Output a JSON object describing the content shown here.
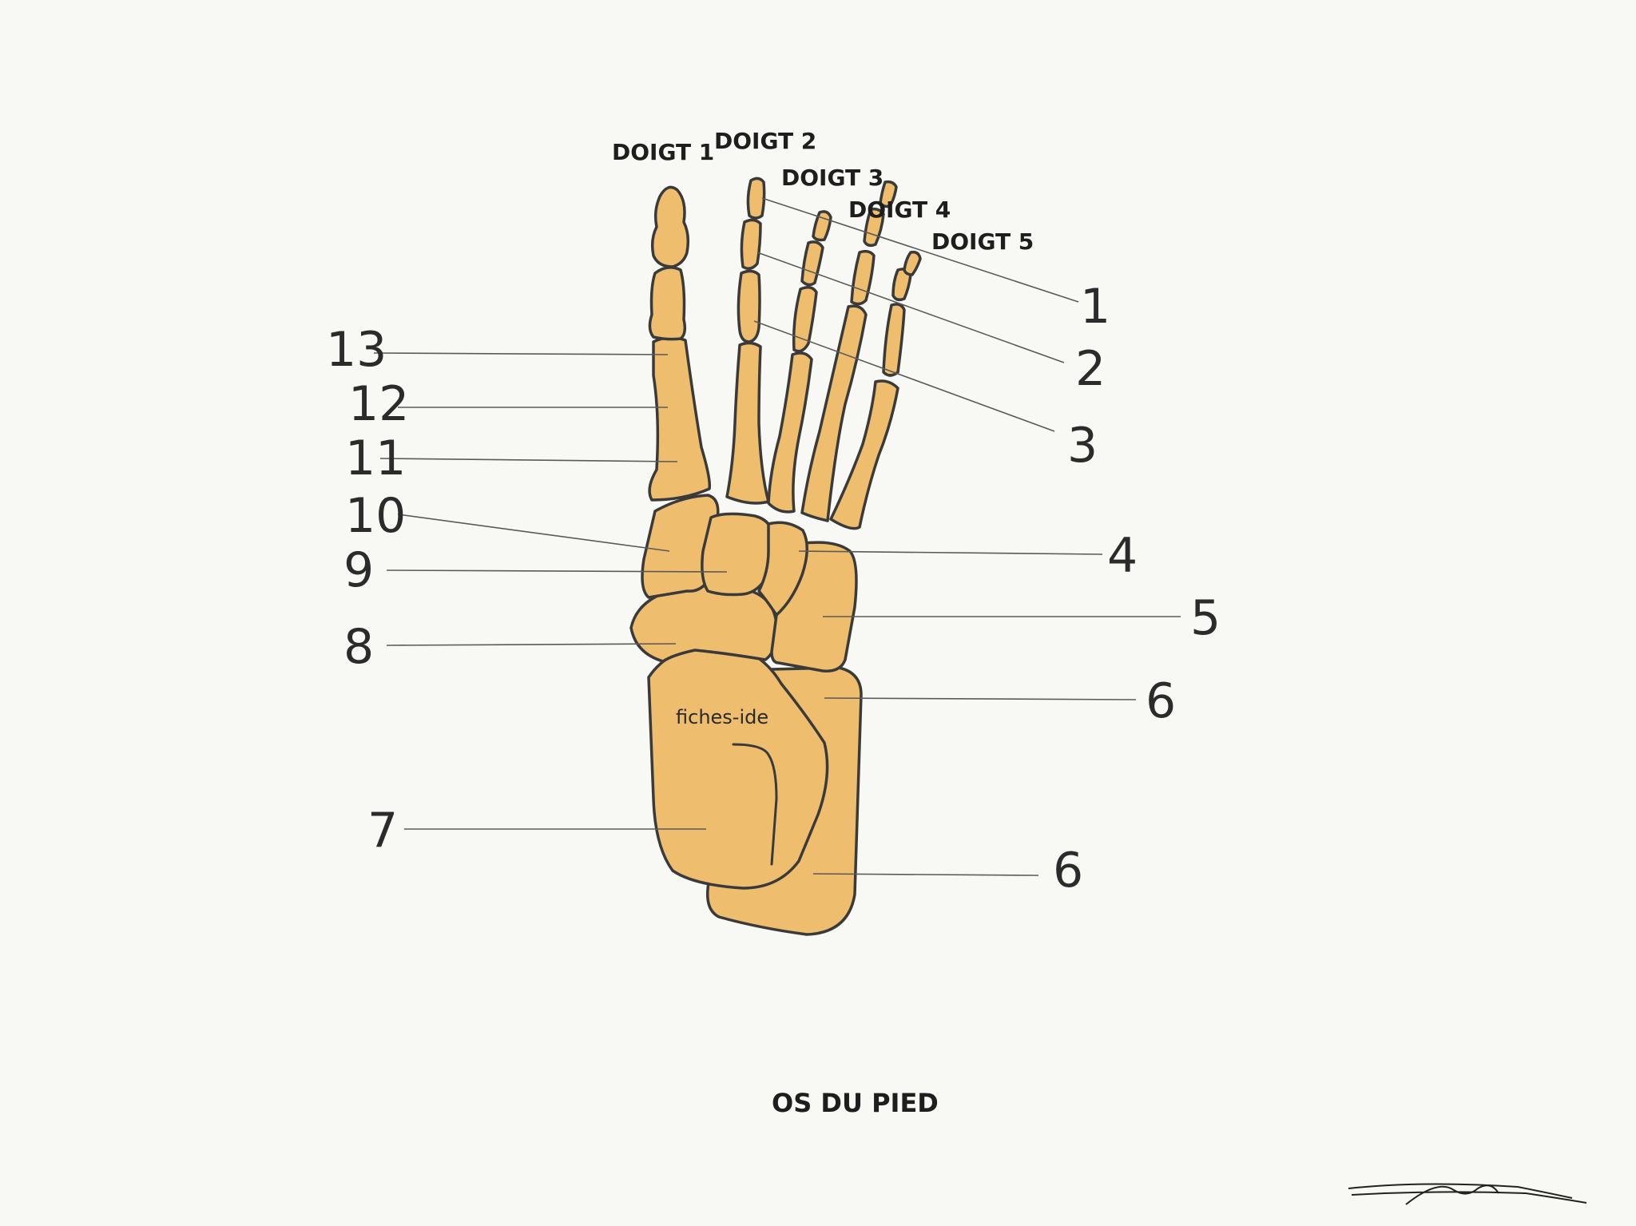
{
  "toe_labels": {
    "t1": "DOIGT 1",
    "t2": "DOIGT 2",
    "t3": "DOIGT 3",
    "t4": "DOIGT 4",
    "t5": "DOIGT 5"
  },
  "numbers": {
    "n1": "1",
    "n2": "2",
    "n3": "3",
    "n4": "4",
    "n5": "5",
    "n6a": "6",
    "n6b": "6",
    "n7": "7",
    "n8": "8",
    "n9": "9",
    "n10": "10",
    "n11": "11",
    "n12": "12",
    "n13": "13"
  },
  "watermark": "fiches-ide",
  "title": "OS DU PIED",
  "colors": {
    "bone": "#eebd6e",
    "outline": "#3a3a3a",
    "background": "#f8f8f4"
  }
}
